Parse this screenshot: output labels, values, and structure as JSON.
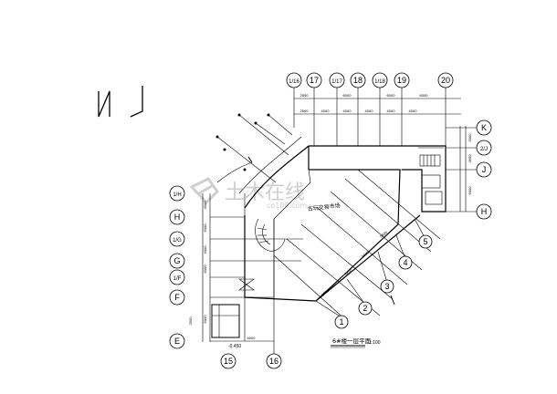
{
  "north_symbol": "N",
  "room_label": "古玩交易市场",
  "title": {
    "label": "6#楼一层平面",
    "scale": "1:100"
  },
  "elevation": "-0.450",
  "watermark": {
    "main": "土木在线",
    "sub": "co188.com"
  },
  "axes_top": [
    "1/16",
    "17",
    "1/17",
    "18",
    "1/18",
    "19",
    "20"
  ],
  "axes_right": [
    "K",
    "2/J",
    "J",
    "H"
  ],
  "axes_left": [
    "1/H",
    "H",
    "1/G",
    "G",
    "1/F",
    "F",
    "E"
  ],
  "axes_bottom": [
    "15",
    "16"
  ],
  "axes_diagonal": [
    "1",
    "2",
    "3",
    "4",
    "5"
  ],
  "dims_top_outer": [
    "2500",
    "6000",
    "6000",
    "6000"
  ],
  "dims_top_inner": [
    "2500",
    "4000",
    "4000",
    "4000",
    "4000",
    "4000"
  ],
  "dims_right": [
    "6000",
    "3600",
    "6000"
  ],
  "dims_left": [
    "4000",
    "6000",
    "4000",
    "6000",
    "6000"
  ],
  "dims_diagonal": [
    "5600",
    "5600",
    "5600",
    "5600"
  ],
  "dims_bottom": [
    "6000"
  ],
  "dims_detail": [
    "2500"
  ]
}
